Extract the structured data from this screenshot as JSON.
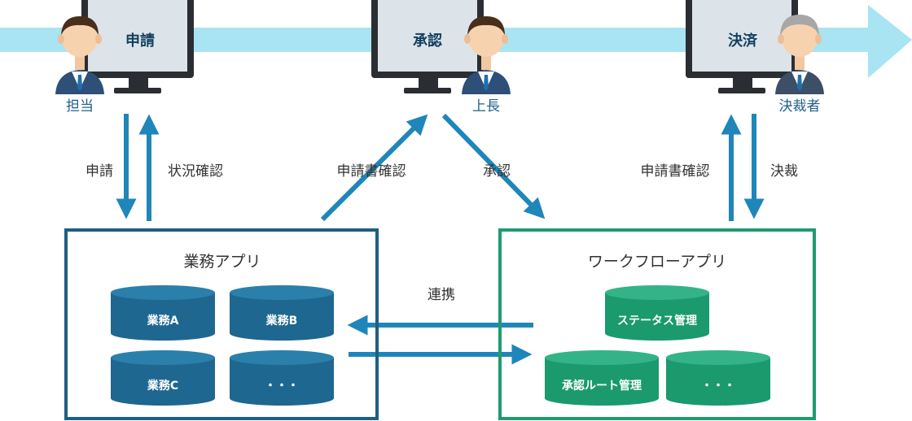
{
  "stages": {
    "apply": {
      "screen_label": "申請",
      "role_label": "担当"
    },
    "approve": {
      "screen_label": "承認",
      "role_label": "上長"
    },
    "decide": {
      "screen_label": "決済",
      "role_label": "決裁者"
    }
  },
  "flows": {
    "apply_down": "申請",
    "status_check": "状況確認",
    "doc_check_up": "申請書確認",
    "approve_down": "承認",
    "doc_check_up2": "申請書確認",
    "decision_down": "決裁",
    "link": "連携"
  },
  "business_app": {
    "title": "業務アプリ",
    "items": [
      "業務A",
      "業務B",
      "業務C",
      "・・・"
    ]
  },
  "workflow_app": {
    "title": "ワークフローアプリ",
    "items": [
      "ステータス管理",
      "承認ルート管理",
      "・・・"
    ]
  },
  "colors": {
    "flow_band": "#a8e4f2",
    "arrow_blue": "#1f86b9",
    "business_frame": "#1f5f82",
    "business_db": "#1e6790",
    "workflow_frame": "#1f9a72",
    "workflow_db": "#1b9a6d",
    "monitor_frame": "#2a2e33",
    "monitor_screen": "#dce4ea"
  },
  "icons": {
    "person": "person-icon",
    "monitor": "monitor-icon",
    "database": "database-icon"
  }
}
